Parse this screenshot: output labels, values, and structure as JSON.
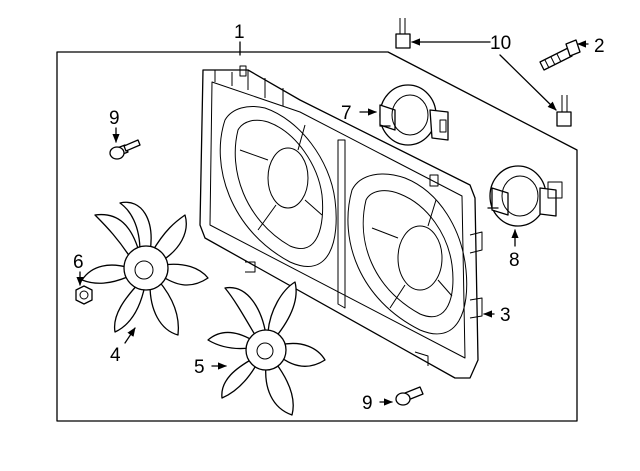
{
  "callouts": {
    "c1": "1",
    "c2": "2",
    "c3": "3",
    "c4": "4",
    "c5": "5",
    "c6": "6",
    "c7": "7",
    "c8": "8",
    "c9_top": "9",
    "c9_bottom": "9",
    "c10": "10"
  }
}
